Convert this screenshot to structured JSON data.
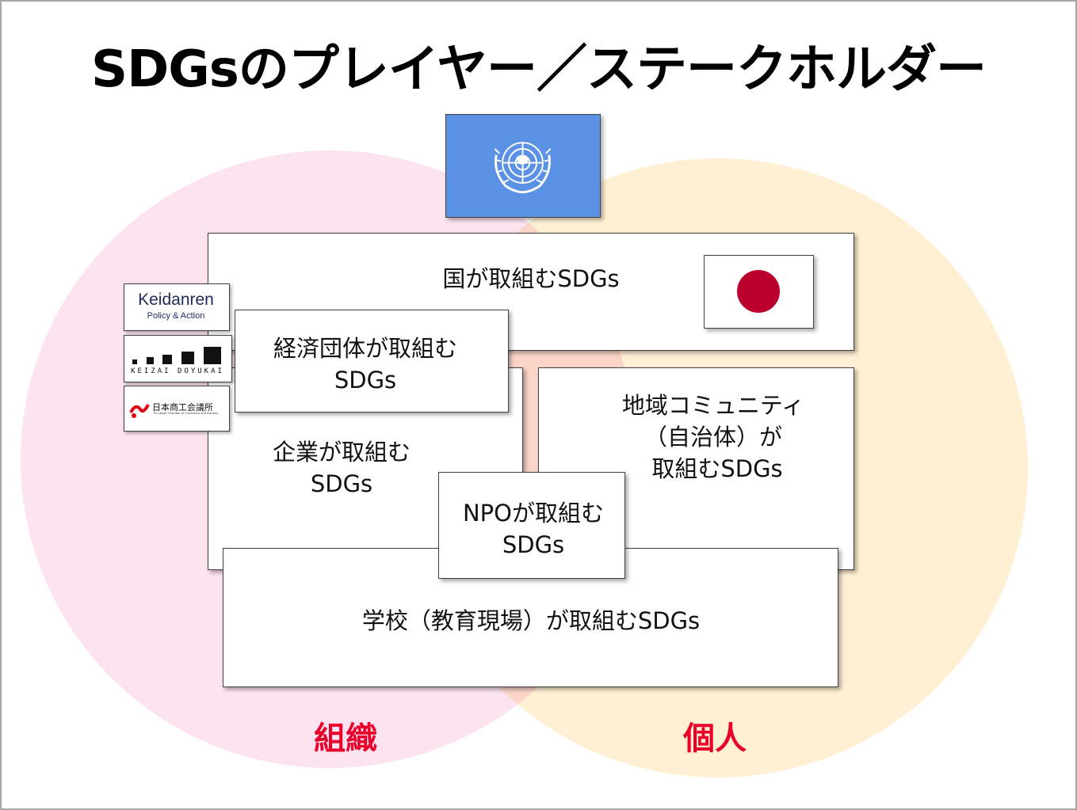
{
  "title": "SDGsのプレイヤー／ステークホルダー",
  "colors": {
    "circle_left": "#fde2ef",
    "circle_right": "#fff0d3",
    "overlap": "#fbd5c8",
    "un_flag_blue": "#5b92e5",
    "japan_red": "#bc002d",
    "label_red": "#e8002a"
  },
  "boxes": {
    "country": "国が取組むSDGs",
    "economic_org": [
      "経済団体が取組む",
      "SDGs"
    ],
    "company": [
      "企業が取組む",
      "SDGs"
    ],
    "community": [
      "地域コミュニティ",
      "（自治体）が",
      "取組むSDGs"
    ],
    "npo": [
      "NPOが取組む",
      "SDGs"
    ],
    "school": "学校（教育現場）が取組むSDGs"
  },
  "logos": {
    "keidanren": {
      "name": "Keidanren",
      "tagline": "Policy & Action"
    },
    "doyukai": {
      "name": "KEIZAI DOYUKAI"
    },
    "nissho": {
      "name": "日本商工会議所",
      "sub": "The Japan Chamber of Commerce and Industry"
    }
  },
  "icons": {
    "un_flag": "un-flag-icon",
    "japan_flag": "japan-flag-icon"
  },
  "circle_labels": {
    "left": "組織",
    "right": "個人"
  }
}
